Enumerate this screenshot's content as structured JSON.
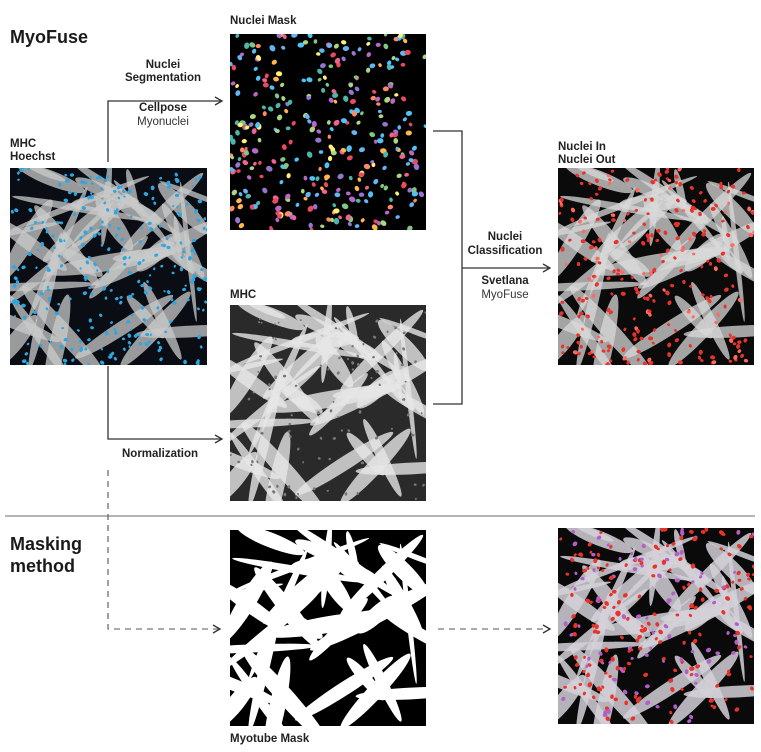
{
  "sections": {
    "myofuse": "MyoFuse",
    "masking": [
      "Masking",
      "method"
    ]
  },
  "input": {
    "line1": "MHC",
    "line2": "Hoechst"
  },
  "steps": {
    "segmentation": {
      "title1": "Nuclei",
      "title2": "Segmentation",
      "method": "Cellpose",
      "model": "Myonuclei"
    },
    "normalization": {
      "title": "Normalization"
    },
    "classification": {
      "title1": "Nuclei",
      "title2": "Classification",
      "method": "Svetlana",
      "model": "MyoFuse"
    }
  },
  "outputs": {
    "nuclei_mask": "Nuclei Mask",
    "mhc": "MHC",
    "nuclei_inout": {
      "line1": "Nuclei In",
      "line2": "Nuclei Out"
    },
    "myotube_mask": "Myotube Mask"
  },
  "colors": {
    "arrow": "#333333",
    "divider": "#888888",
    "nuclei_in": "#e8332a",
    "nuclei_out": "#b060c8",
    "hoechst": "#2fa6e0"
  },
  "icons": [
    "arrow-right-icon",
    "dashed-arrow-right-icon"
  ]
}
